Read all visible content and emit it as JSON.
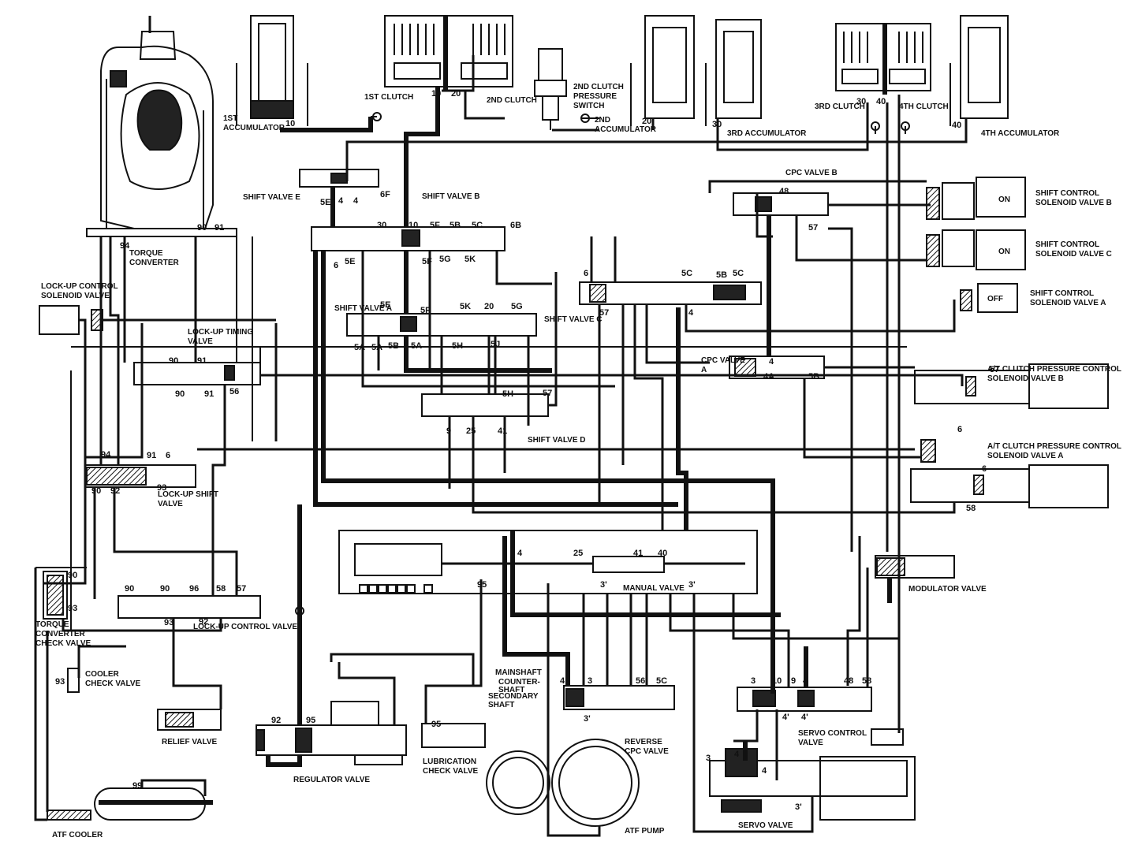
{
  "labels": {
    "accumulator_1st": [
      "1ST",
      "ACCUMULATOR"
    ],
    "clutch_1st": "1ST CLUTCH",
    "clutch_2nd": "2ND CLUTCH",
    "clutch_2nd_pressure_switch": [
      "2ND CLUTCH",
      "PRESSURE",
      "SWITCH"
    ],
    "accumulator_2nd": [
      "2ND",
      "ACCUMULATOR"
    ],
    "clutch_3rd": "3RD CLUTCH",
    "accumulator_3rd": "3RD ACCUMULATOR",
    "clutch_4th": "4TH CLUTCH",
    "accumulator_4th": "4TH ACCUMULATOR",
    "torque_converter": [
      "TORQUE",
      "CONVERTER"
    ],
    "shift_valve_e": "SHIFT VALVE E",
    "shift_valve_b": "SHIFT VALVE B",
    "cpc_valve_b": "CPC VALVE B",
    "shift_control_solenoid_b": [
      "SHIFT CONTROL",
      "SOLENOID VALVE B"
    ],
    "shift_control_solenoid_c": [
      "SHIFT CONTROL",
      "SOLENOID VALVE C"
    ],
    "shift_control_solenoid_a": [
      "SHIFT CONTROL",
      "SOLENOID VALVE A"
    ],
    "solenoid_state_b": "ON",
    "solenoid_state_c": "ON",
    "solenoid_state_a": "OFF",
    "lockup_control_solenoid": [
      "LOCK-UP CONTROL",
      "SOLENOID VALVE"
    ],
    "lockup_timing_valve": [
      "LOCK-UP TIMING",
      "VALVE"
    ],
    "shift_valve_a": "SHIFT VALVE A",
    "shift_valve_c": "SHIFT VALVE C",
    "cpc_valve_a": [
      "CPC VALVE",
      "A"
    ],
    "at_clutch_pressure_b": [
      "A/T CLUTCH PRESSURE CONTROL",
      "SOLENOID VALVE B"
    ],
    "at_clutch_pressure_a": [
      "A/T CLUTCH PRESSURE CONTROL",
      "SOLENOID VALVE A"
    ],
    "shift_valve_d": "SHIFT VALVE D",
    "lockup_shift_valve": [
      "LOCK-UP SHIFT",
      "VALVE"
    ],
    "manual_valve": "MANUAL VALVE",
    "modulator_valve": "MODULATOR VALVE",
    "torque_converter_check_valve": [
      "TORQUE",
      "CONVERTER",
      "CHECK VALVE"
    ],
    "lockup_control_valve": "LOCK-UP CONTROL VALVE",
    "cooler_check_valve": [
      "COOLER",
      "CHECK VALVE"
    ],
    "mainshaft": "MAINSHAFT",
    "countershaft": [
      "COUNTER-",
      "SHAFT"
    ],
    "secondary_shaft": [
      "SECONDARY",
      "SHAFT"
    ],
    "relief_valve": "RELIEF VALVE",
    "lubrication_check_valve": [
      "LUBRICATION",
      "CHECK VALVE"
    ],
    "regulator_valve": "REGULATOR VALVE",
    "reverse_cpc_valve": [
      "REVERSE",
      "CPC VALVE"
    ],
    "servo_control_valve": [
      "SERVO CONTROL",
      "VALVE"
    ],
    "servo_valve": "SERVO VALVE",
    "atf_pump": "ATF PUMP",
    "atf_cooler": "ATF COOLER"
  },
  "ports": [
    {
      "id": "p-10a",
      "text": "10"
    },
    {
      "id": "p-10b",
      "text": "10"
    },
    {
      "id": "p-20a",
      "text": "20"
    },
    {
      "id": "p-20b",
      "text": "20"
    },
    {
      "id": "p-30a",
      "text": "30"
    },
    {
      "id": "p-30b",
      "text": "30"
    },
    {
      "id": "p-40a",
      "text": "40"
    },
    {
      "id": "p-40b",
      "text": "40"
    },
    {
      "id": "p-90a",
      "text": "90"
    },
    {
      "id": "p-91a",
      "text": "91"
    },
    {
      "id": "p-94a",
      "text": "94"
    },
    {
      "id": "p-5e",
      "text": "5E"
    },
    {
      "id": "p-4a",
      "text": "4"
    },
    {
      "id": "p-4b",
      "text": "4"
    },
    {
      "id": "p-6f",
      "text": "6F"
    },
    {
      "id": "p-30c",
      "text": "30"
    },
    {
      "id": "p-10c",
      "text": "10"
    },
    {
      "id": "p-5f",
      "text": "5F"
    },
    {
      "id": "p-5b",
      "text": "5B"
    },
    {
      "id": "p-5c",
      "text": "5C"
    },
    {
      "id": "p-6b",
      "text": "6B"
    },
    {
      "id": "p-48",
      "text": "48"
    },
    {
      "id": "p-57a",
      "text": "57"
    },
    {
      "id": "p-6a",
      "text": "6"
    },
    {
      "id": "p-5e2",
      "text": "5E"
    },
    {
      "id": "p-5f2",
      "text": "5F"
    },
    {
      "id": "p-5g",
      "text": "5G"
    },
    {
      "id": "p-5k",
      "text": "5K"
    },
    {
      "id": "p-5c2",
      "text": "5C"
    },
    {
      "id": "p-5b2",
      "text": "5B"
    },
    {
      "id": "p-5c3",
      "text": "5C"
    },
    {
      "id": "p-6c",
      "text": "6"
    },
    {
      "id": "p-57b",
      "text": "57"
    },
    {
      "id": "p-4c",
      "text": "4"
    },
    {
      "id": "p-5e3",
      "text": "5E"
    },
    {
      "id": "p-5f3",
      "text": "5F"
    },
    {
      "id": "p-5k2",
      "text": "5K"
    },
    {
      "id": "p-20c",
      "text": "20"
    },
    {
      "id": "p-5g2",
      "text": "5G"
    },
    {
      "id": "p-5a",
      "text": "5A"
    },
    {
      "id": "p-5a2",
      "text": "5A"
    },
    {
      "id": "p-5b3",
      "text": "5B"
    },
    {
      "id": "p-5a3",
      "text": "5A"
    },
    {
      "id": "p-5h",
      "text": "5H"
    },
    {
      "id": "p-5j",
      "text": "5J"
    },
    {
      "id": "p-90b",
      "text": "90"
    },
    {
      "id": "p-91b",
      "text": "91"
    },
    {
      "id": "p-90c",
      "text": "90"
    },
    {
      "id": "p-91c",
      "text": "91"
    },
    {
      "id": "p-56",
      "text": "56"
    },
    {
      "id": "p-4d",
      "text": "4"
    },
    {
      "id": "p-4e",
      "text": "4A"
    },
    {
      "id": "p-5b4",
      "text": "5B"
    },
    {
      "id": "p-57c",
      "text": "57"
    },
    {
      "id": "p-6d",
      "text": "6"
    },
    {
      "id": "p-5h2",
      "text": "5H"
    },
    {
      "id": "p-57d",
      "text": "57"
    },
    {
      "id": "p-9",
      "text": "9"
    },
    {
      "id": "p-25",
      "text": "25"
    },
    {
      "id": "p-41",
      "text": "41"
    },
    {
      "id": "p-94b",
      "text": "94"
    },
    {
      "id": "p-91d",
      "text": "91"
    },
    {
      "id": "p-6e",
      "text": "6"
    },
    {
      "id": "p-90d",
      "text": "90"
    },
    {
      "id": "p-92a",
      "text": "92"
    },
    {
      "id": "p-93a",
      "text": "93"
    },
    {
      "id": "p-6g",
      "text": "6"
    },
    {
      "id": "p-58",
      "text": "58"
    },
    {
      "id": "p-4f",
      "text": "4"
    },
    {
      "id": "p-25b",
      "text": "25"
    },
    {
      "id": "p-41b",
      "text": "41"
    },
    {
      "id": "p-40c",
      "text": "40"
    },
    {
      "id": "p-95a",
      "text": "95"
    },
    {
      "id": "p-3a",
      "text": "3'"
    },
    {
      "id": "p-3b",
      "text": "3'"
    },
    {
      "id": "p-90e",
      "text": "90"
    },
    {
      "id": "p-93b",
      "text": "93"
    },
    {
      "id": "p-90f",
      "text": "90"
    },
    {
      "id": "p-90g",
      "text": "90"
    },
    {
      "id": "p-96",
      "text": "96"
    },
    {
      "id": "p-58b",
      "text": "58"
    },
    {
      "id": "p-57e",
      "text": "57"
    },
    {
      "id": "p-93c",
      "text": "93"
    },
    {
      "id": "p-92b",
      "text": "92"
    },
    {
      "id": "p-93d",
      "text": "93"
    },
    {
      "id": "p-4g",
      "text": "4"
    },
    {
      "id": "p-3c",
      "text": "3"
    },
    {
      "id": "p-56b",
      "text": "56"
    },
    {
      "id": "p-5c4",
      "text": "5C"
    },
    {
      "id": "p-3d",
      "text": "3'"
    },
    {
      "id": "p-3e",
      "text": "3"
    },
    {
      "id": "p-10d",
      "text": "10"
    },
    {
      "id": "p-9b",
      "text": "9"
    },
    {
      "id": "p-4h",
      "text": "4"
    },
    {
      "id": "p-48b",
      "text": "48"
    },
    {
      "id": "p-58c",
      "text": "58"
    },
    {
      "id": "p-4i",
      "text": "4'"
    },
    {
      "id": "p-4j",
      "text": "4'"
    },
    {
      "id": "p-92c",
      "text": "92"
    },
    {
      "id": "p-95b",
      "text": "95"
    },
    {
      "id": "p-95c",
      "text": "95"
    },
    {
      "id": "p-99",
      "text": "99"
    },
    {
      "id": "p-3f",
      "text": "3"
    },
    {
      "id": "p-4k",
      "text": "4"
    },
    {
      "id": "p-4l",
      "text": "4"
    },
    {
      "id": "p-3g",
      "text": "3'"
    }
  ]
}
